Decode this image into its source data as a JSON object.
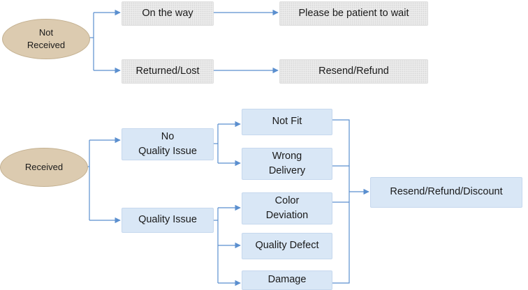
{
  "not_received": {
    "label": "Not\nReceived",
    "on_the_way": "On the way",
    "please_wait": "Please be patient to wait",
    "returned_lost": "Returned/Lost",
    "resend_refund": "Resend/Refund"
  },
  "received": {
    "label": "Received",
    "no_quality_issue": "No\nQuality Issue",
    "quality_issue": "Quality Issue",
    "not_fit": "Not Fit",
    "wrong_delivery": "Wrong\nDelivery",
    "color_deviation": "Color\nDeviation",
    "quality_defect": "Quality Defect",
    "damage": "Damage",
    "resolution": "Resend/Refund/Discount"
  },
  "colors": {
    "ellipse_fill": "#dccbb0",
    "gray_box_fill": "#ebebeb",
    "blue_box_fill": "#d9e7f6",
    "connector": "#5b8fcf"
  }
}
